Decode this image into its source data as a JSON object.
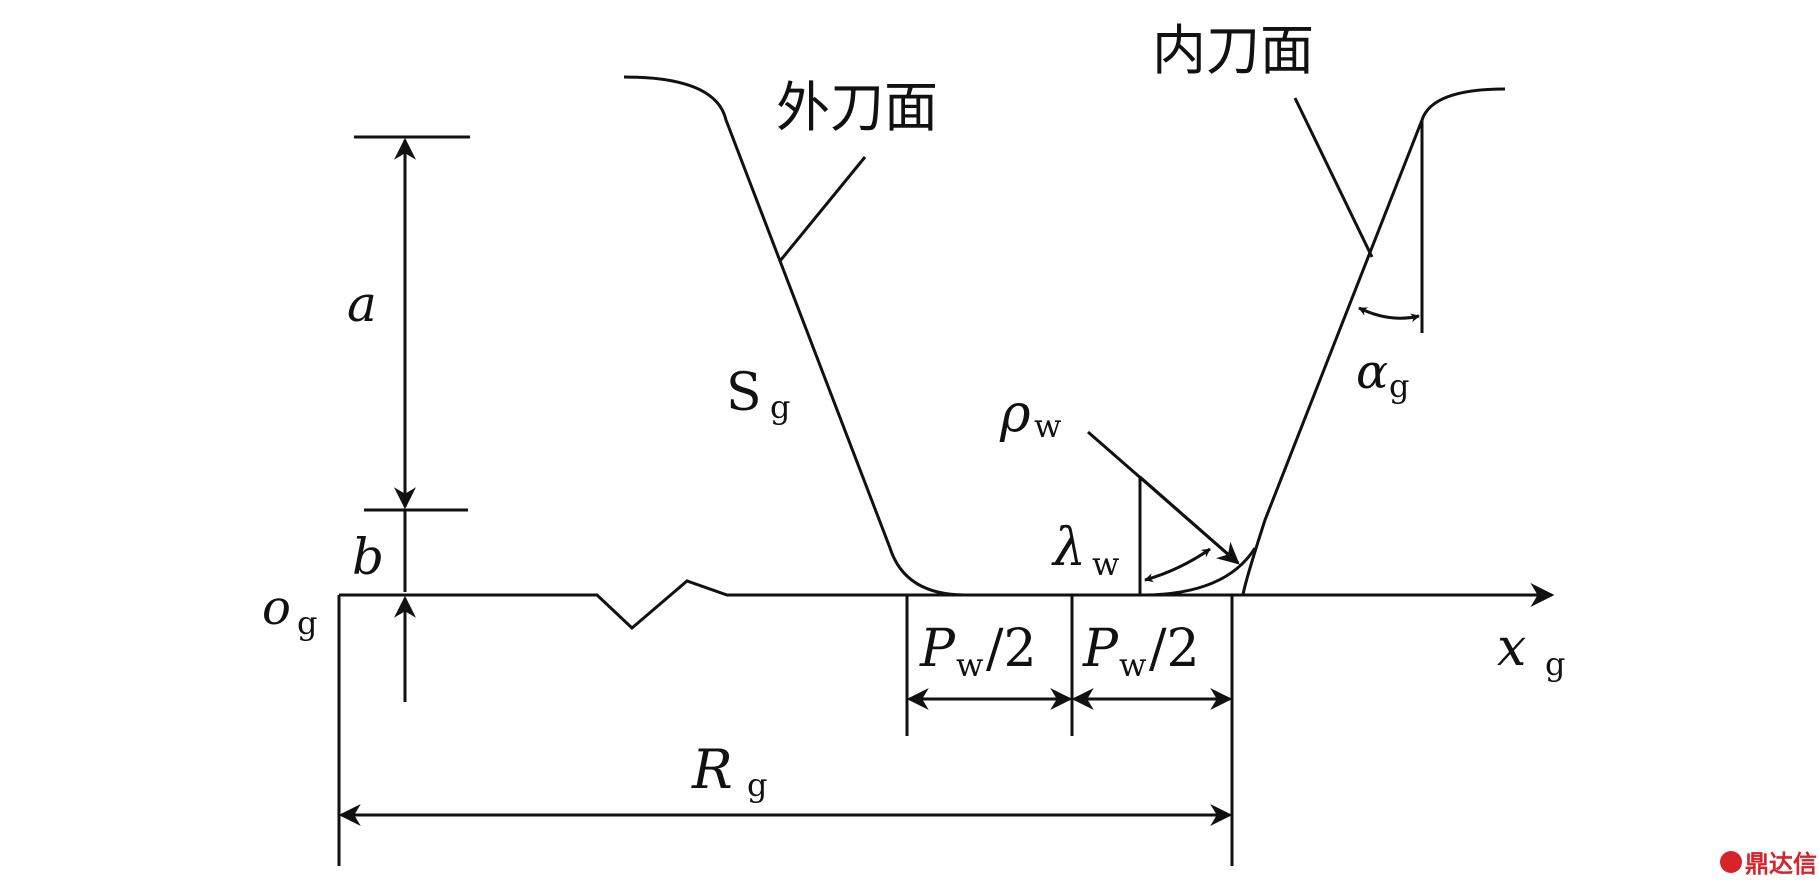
{
  "labels": {
    "outer_face": "外刀面",
    "inner_face": "内刀面",
    "a": "a",
    "b": "b",
    "origin_main": "o",
    "origin_sub": "g",
    "S_main": "S",
    "S_sub": "g",
    "alpha_main": "α",
    "alpha_sub": "g",
    "rho_main": "ρ",
    "rho_sub": "w",
    "lambda_main": "λ",
    "lambda_sub": "w",
    "pw_left_main": "P",
    "pw_left_sub": "w",
    "pw_left_tail": "/2",
    "pw_right_main": "P",
    "pw_right_sub": "w",
    "pw_right_tail": "/2",
    "x_main": "x",
    "x_sub": "g",
    "R_main": "R",
    "R_sub": "g"
  },
  "watermark": {
    "text": "鼎达信",
    "color": "#d8232a"
  }
}
